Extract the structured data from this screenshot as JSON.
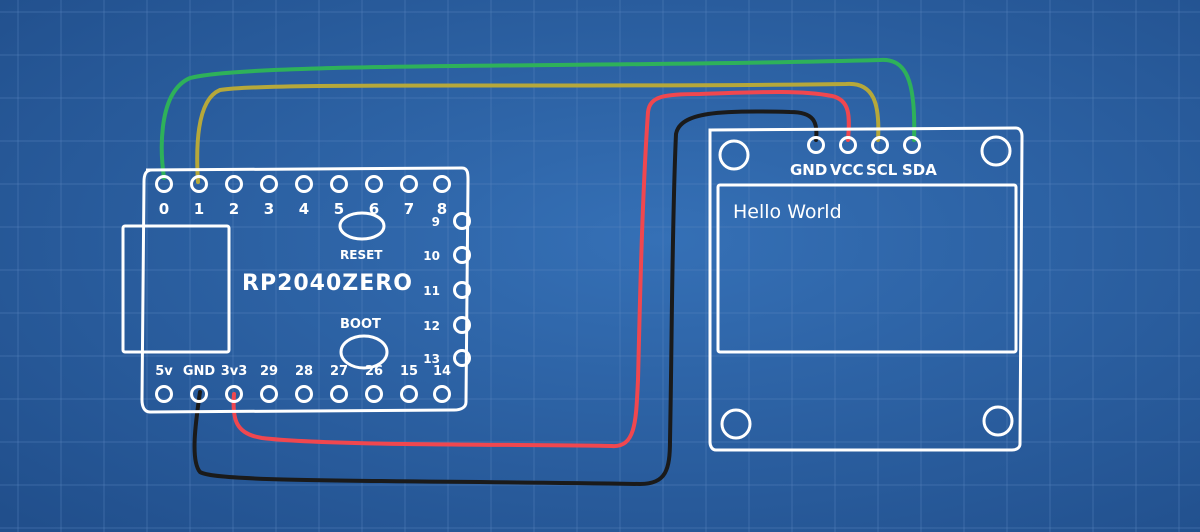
{
  "board": {
    "name": "RP2040ZERO",
    "reset_label": "RESET",
    "boot_label": "BOOT",
    "top_pins": [
      "0",
      "1",
      "2",
      "3",
      "4",
      "5",
      "6",
      "7",
      "8"
    ],
    "right_pins": [
      "9",
      "10",
      "11",
      "12",
      "13"
    ],
    "bottom_pins": [
      "5v",
      "GND",
      "3v3",
      "29",
      "28",
      "27",
      "26",
      "15",
      "14"
    ]
  },
  "display": {
    "pins": [
      "GND",
      "VCC",
      "SCL",
      "SDA"
    ],
    "screen_text": "Hello World"
  },
  "wires": [
    {
      "from": "0",
      "to": "SDA",
      "color": "#2eb15a"
    },
    {
      "from": "1",
      "to": "SCL",
      "color": "#b6a83a"
    },
    {
      "from": "3v3",
      "to": "VCC",
      "color": "#f0474f"
    },
    {
      "from": "GND",
      "to": "GND",
      "color": "#1a1a1a"
    }
  ],
  "colors": {
    "background": "#2b5e9e",
    "grid": "#5a86c0",
    "outline": "#ffffff"
  }
}
